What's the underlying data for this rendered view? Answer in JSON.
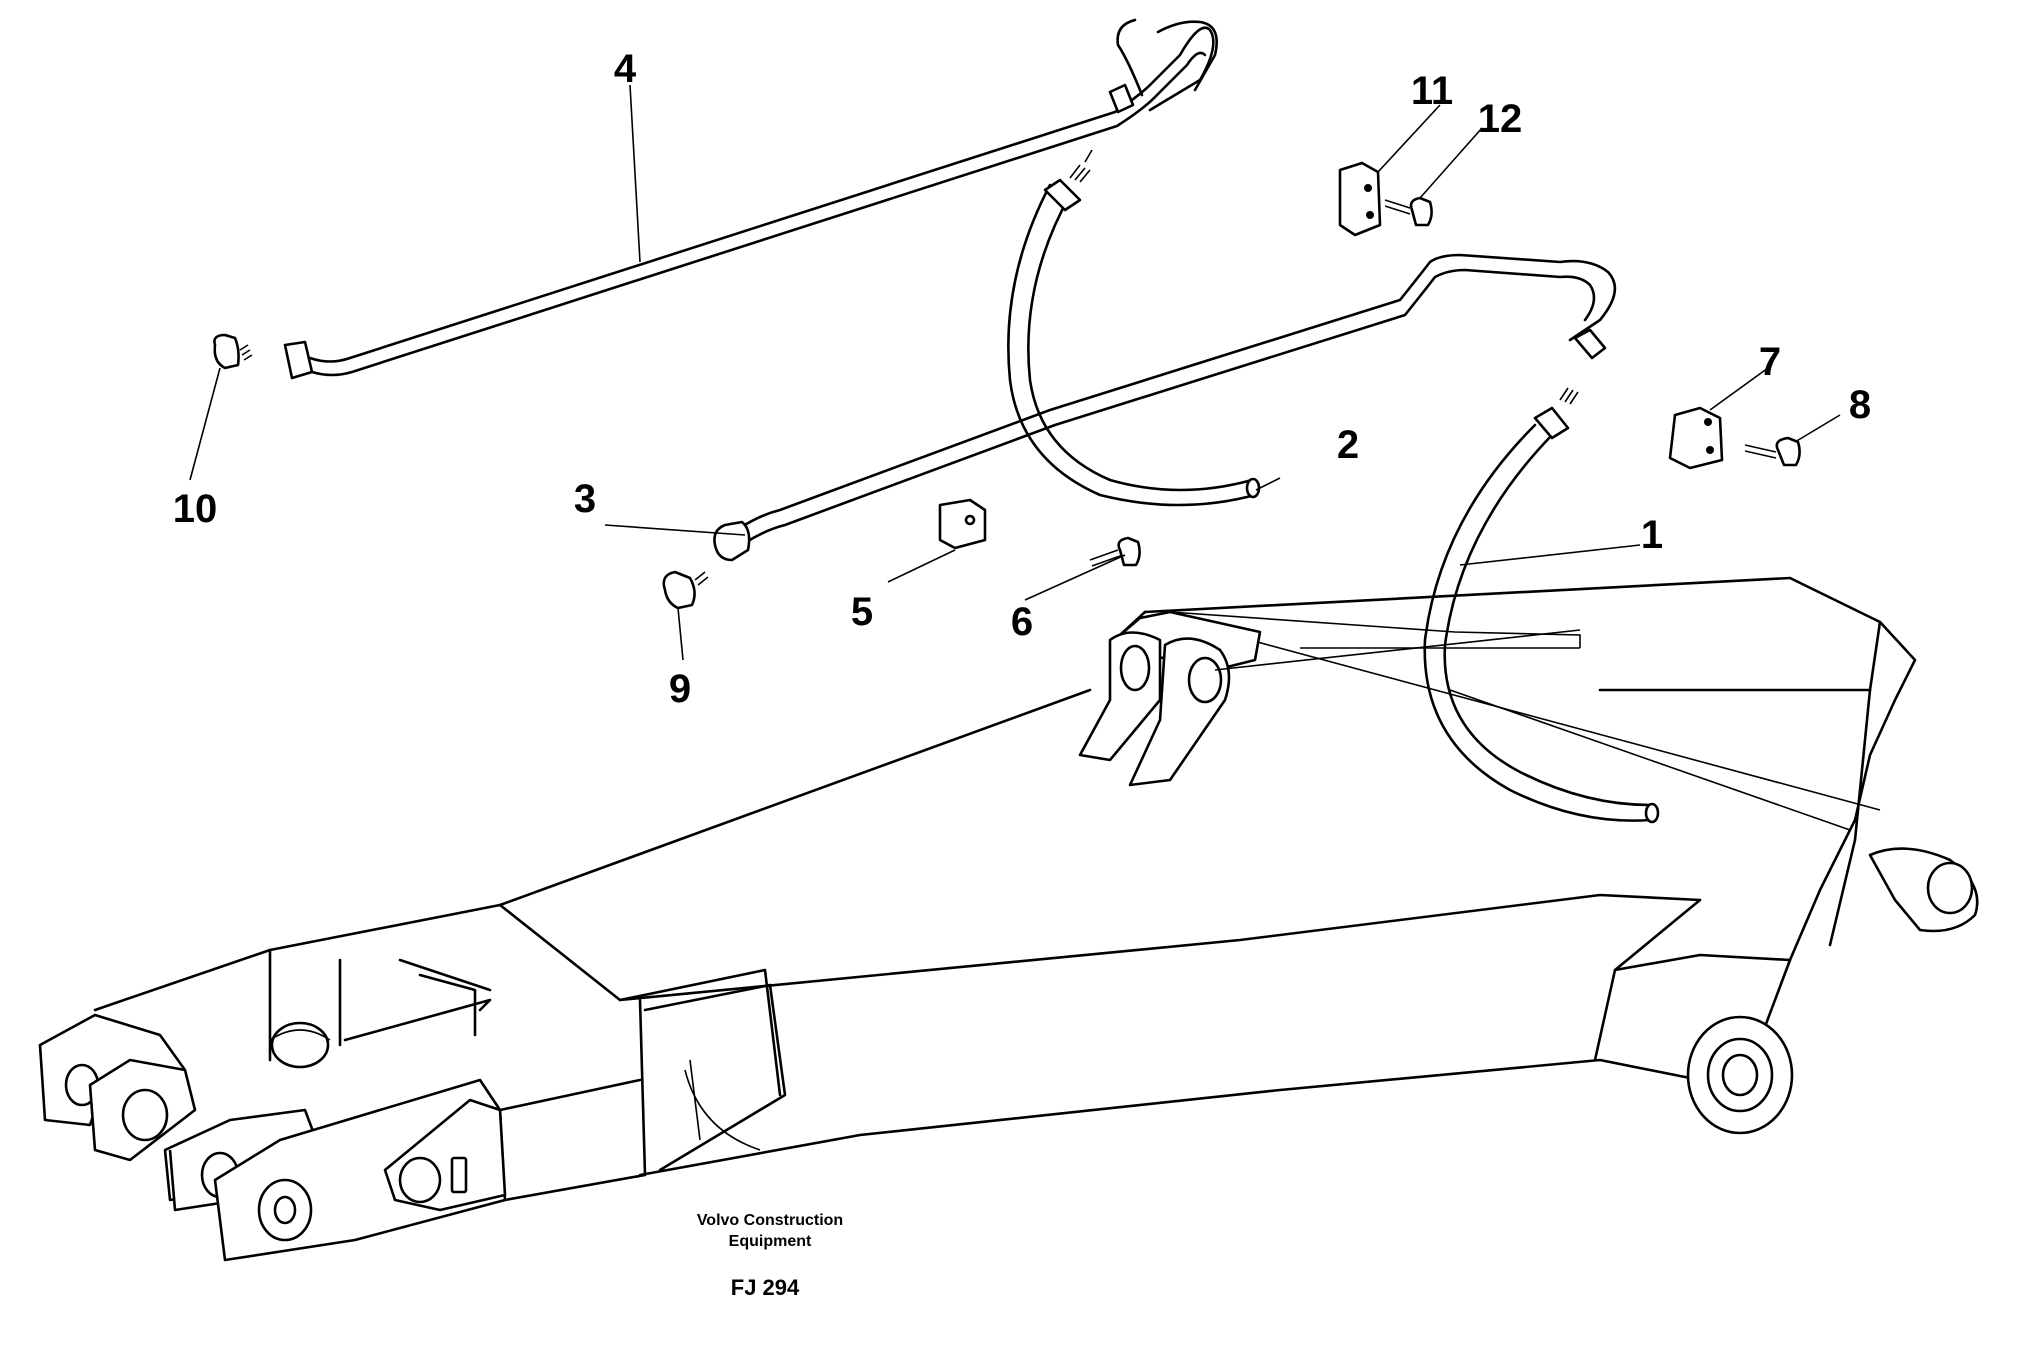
{
  "callouts": [
    {
      "id": "1",
      "label": "1"
    },
    {
      "id": "2",
      "label": "2"
    },
    {
      "id": "3",
      "label": "3"
    },
    {
      "id": "4",
      "label": "4"
    },
    {
      "id": "5",
      "label": "5"
    },
    {
      "id": "6",
      "label": "6"
    },
    {
      "id": "7",
      "label": "7"
    },
    {
      "id": "8",
      "label": "8"
    },
    {
      "id": "9",
      "label": "9"
    },
    {
      "id": "10",
      "label": "10"
    },
    {
      "id": "11",
      "label": "11"
    },
    {
      "id": "12",
      "label": "12"
    }
  ],
  "caption": {
    "brand_line1": "Volvo Construction",
    "brand_line2": "Equipment",
    "figure_code": "FJ 294"
  }
}
